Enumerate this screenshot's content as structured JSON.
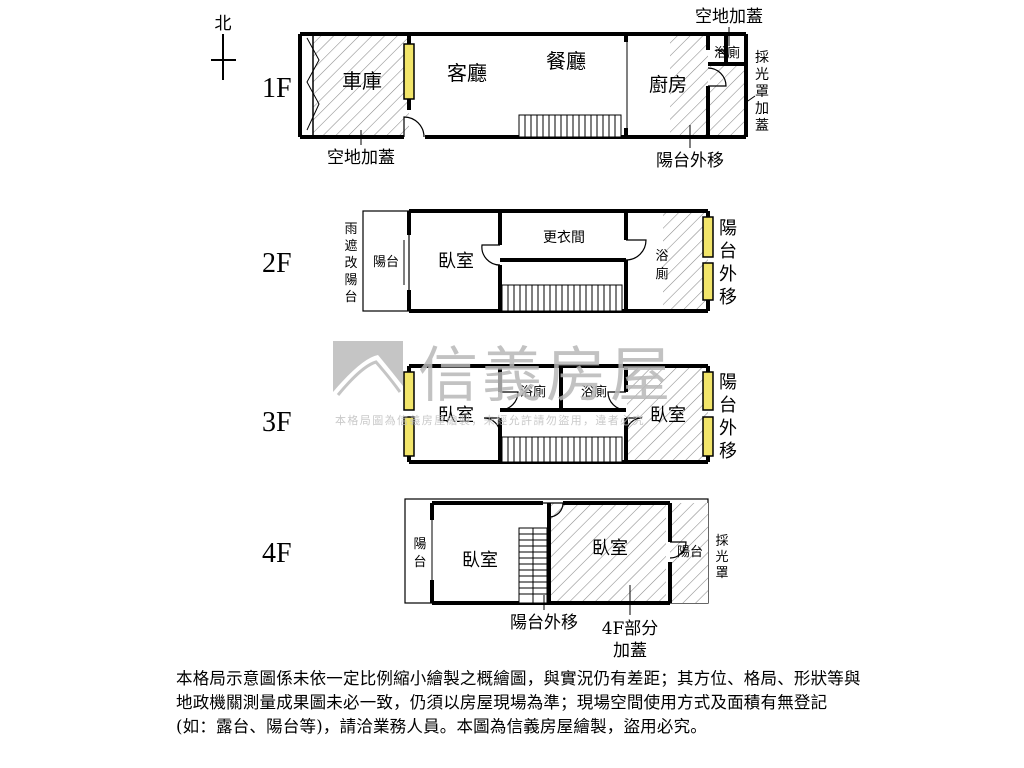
{
  "compass": {
    "label": "北"
  },
  "floors": {
    "f1": {
      "label": "1F",
      "rooms": {
        "garage": "車庫",
        "living": "客廳",
        "dining": "餐廳",
        "kitchen": "廚房",
        "bath": "浴廁"
      },
      "notes": {
        "top_right": "空地加蓋",
        "bottom_left": "空地加蓋",
        "balcony_moved": "陽台外移",
        "skylight": [
          "採",
          "光",
          "罩",
          "加",
          "蓋"
        ]
      }
    },
    "f2": {
      "label": "2F",
      "rooms": {
        "balcony": "陽台",
        "bedroom": "臥室",
        "closet": "更衣間",
        "bath": [
          "浴",
          "廁"
        ]
      },
      "notes": {
        "canopy": [
          "雨",
          "遮",
          "改",
          "陽",
          "台"
        ],
        "balcony_moved": [
          "陽",
          "台",
          "外",
          "移"
        ]
      }
    },
    "f3": {
      "label": "3F",
      "rooms": {
        "bath1": "浴廁",
        "bath2": "浴廁",
        "bedroom_left": "臥室",
        "bedroom_right": "臥室"
      },
      "notes": {
        "balcony_moved": [
          "陽",
          "台",
          "外",
          "移"
        ]
      }
    },
    "f4": {
      "label": "4F",
      "rooms": {
        "balcony_left": [
          "陽",
          "台"
        ],
        "bedroom_left": "臥室",
        "bedroom_right": "臥室",
        "balcony_right": "陽台"
      },
      "notes": {
        "balcony_moved": "陽台外移",
        "partial_addition": [
          "4F部分",
          "加蓋"
        ],
        "skylight": [
          "採",
          "光",
          "罩"
        ]
      }
    }
  },
  "watermark": {
    "brand": "信義房屋",
    "subtext": "本格局圖為信義房屋繪製，未經允許請勿盜用，違者必究"
  },
  "disclaimer": "本格局示意圖係未依一定比例縮小繪製之概繪圖，與實況仍有差距；其方位、格局、形狀等與地政機關測量成果圖未必一致，仍須以房屋現場為準；現場空間使用方式及面積有無登記(如：露台、陽台等)，請洽業務人員。本圖為信義房屋繪製，盜用必究。"
}
